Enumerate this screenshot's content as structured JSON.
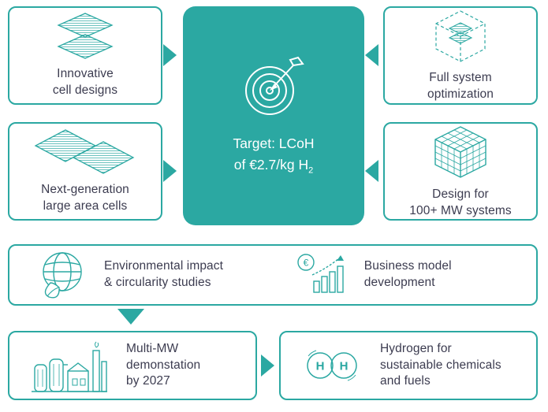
{
  "colors": {
    "teal": "#2BA8A2",
    "text": "#3C3C50",
    "white": "#FFFFFF"
  },
  "center": {
    "line1": "Target: LCoH",
    "line2_main": "of €2.7/kg H",
    "line2_sub": "2"
  },
  "boxes": {
    "innovative": {
      "lines": [
        "Innovative",
        "cell designs"
      ]
    },
    "large_area": {
      "lines": [
        "Next-generation",
        "large area cells"
      ]
    },
    "full_system": {
      "lines": [
        "Full system",
        "optimization"
      ]
    },
    "design_mw": {
      "lines": [
        "Design for",
        "100+ MW systems"
      ]
    },
    "environmental": {
      "lines": [
        "Environmental impact",
        "& circularity studies"
      ]
    },
    "business": {
      "lines": [
        "Business model",
        "development"
      ]
    },
    "multi_mw": {
      "lines": [
        "Multi-MW",
        "demonstation",
        "by 2027"
      ]
    },
    "hydrogen": {
      "lines": [
        "Hydrogen for",
        "sustainable chemicals",
        "and fuels"
      ]
    }
  },
  "icons": {
    "cell_stack": "stacked-cell-layers",
    "target": "target-dart",
    "iso_cube": "system-cube",
    "area_cells": "large-area-cells",
    "grid_cube": "mw-grid-cube",
    "globe_leaf": "eco-globe-leaf",
    "euro_chart": "euro-growth-chart",
    "factory": "factory-plant",
    "h2": "hydrogen-molecules",
    "euro_symbol": "€",
    "h_letter_1": "H",
    "h_letter_2": "H"
  }
}
